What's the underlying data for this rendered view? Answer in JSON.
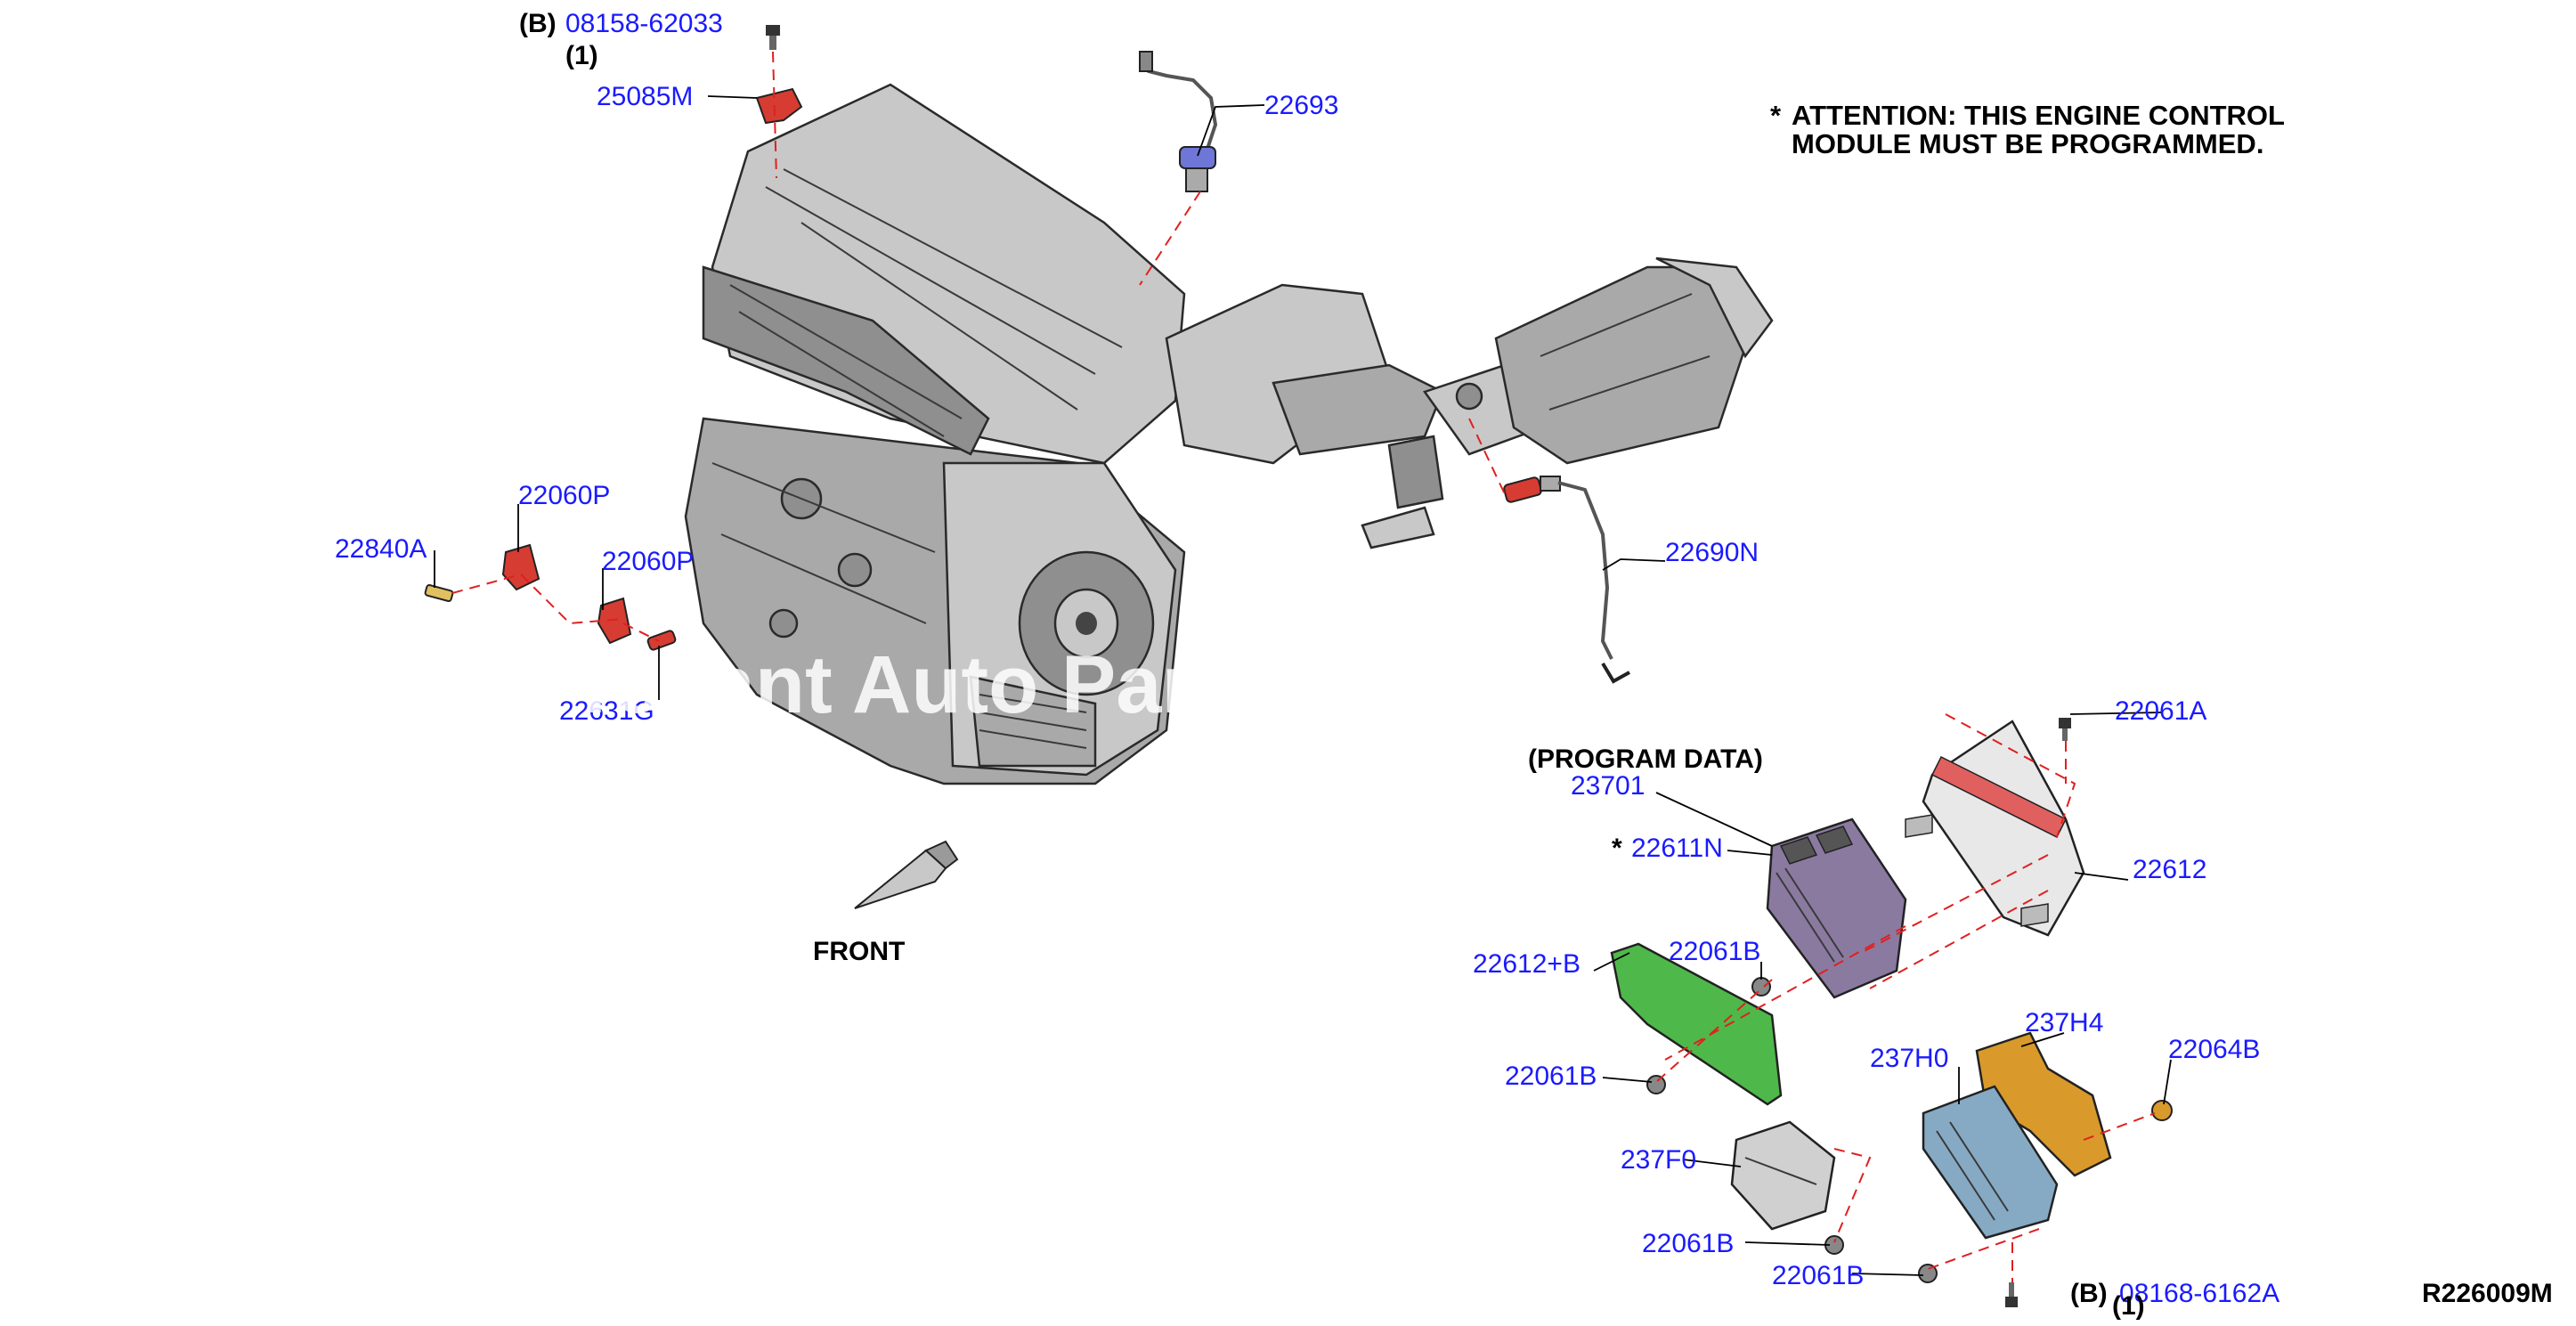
{
  "labels": {
    "b_top": "(B)",
    "bolt_top": "08158-62033",
    "qty_top": "(1)",
    "p25085M": "25085M",
    "p22693": "22693",
    "p22060P_a": "22060P",
    "p22840A": "22840A",
    "p22060P_b": "22060P",
    "p22631": "22631G",
    "p22690N": "22690N",
    "p22061A": "22061A",
    "program_data": "(PROGRAM DATA)",
    "p23701": "23701",
    "star": "*",
    "p22611N": "22611N",
    "p22612": "22612",
    "p22612B": "22612+B",
    "p22061B_1": "22061B",
    "p22061B_2": "22061B",
    "p237H4": "237H4",
    "p22064B": "22064B",
    "p237H0": "237H0",
    "p237F0": "237F0",
    "p22061B_3": "22061B",
    "p22061B_4": "22061B",
    "b_bottom": "(B)",
    "bolt_bottom": "08168-6162A",
    "qty_bottom": "(1)",
    "front": "FRONT",
    "diagram_code": "R226009M"
  },
  "note": {
    "star": "*",
    "line1": "ATTENTION: THIS ENGINE CONTROL",
    "line2": "MODULE MUST BE PROGRAMMED."
  },
  "watermark": "Tenant Auto Parts",
  "colors": {
    "part_number": "#1a1aff",
    "leader_dash": "#e02020",
    "knock_sensor": "#d63c32",
    "ecm": "#8a7aa0",
    "bracket_green": "#4fb84a",
    "bracket_orange": "#d99a2b",
    "module_blue": "#86aac4",
    "engine": "#c8c8c8"
  },
  "icons": [
    "engine-icon",
    "catalytic-converter-icon",
    "o2-sensor-icon",
    "knock-sensor-icon",
    "ecm-icon",
    "bracket-icon",
    "bolt-icon",
    "nut-icon",
    "front-arrow-icon"
  ]
}
